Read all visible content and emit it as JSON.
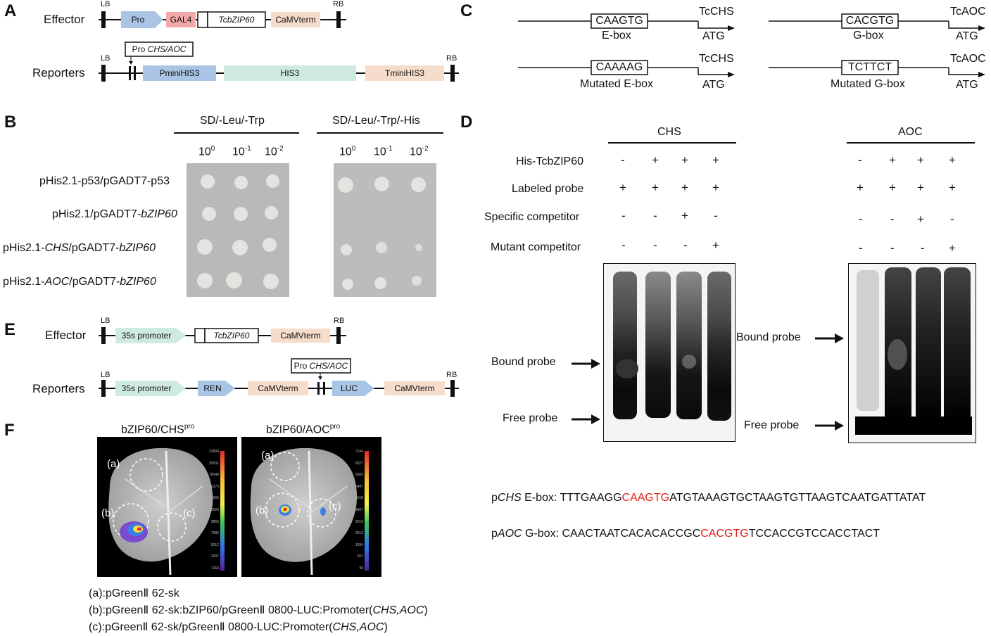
{
  "panels": {
    "A": "A",
    "B": "B",
    "C": "C",
    "D": "D",
    "E": "E",
    "F": "F"
  },
  "panelA": {
    "effector_label": "Effector",
    "reporters_label": "Reporters",
    "lb": "LB",
    "rb": "RB",
    "pro": "Pro",
    "gal4": "GAL4",
    "gene": "TcbZIP60",
    "term": "CaMVterm",
    "pro_chs_aoc_a": "Pro ",
    "pro_chs_aoc_b": "CHS/AOC",
    "pminihis3": "PminiHIS3",
    "his3": "HIS3",
    "tminihis3": "TminiHIS3"
  },
  "panelB": {
    "head1": "SD/-Leu/-Trp",
    "head2": "SD/-Leu/-Trp/-His",
    "dilutions": [
      "10",
      "10",
      "10"
    ],
    "exps": [
      "0",
      "-1",
      "-2"
    ],
    "rows": [
      {
        "a": "pHis2.1-p53/pGADT7-p53",
        "i": "",
        "b": "",
        "c": ""
      },
      {
        "a": "pHis2.1/pGADT7-",
        "i": "bZIP60",
        "b": "",
        "c": ""
      },
      {
        "a": "pHis2.1-",
        "i": "CHS",
        "b": "/pGADT7-",
        "c": "bZIP60"
      },
      {
        "a": "pHis2.1-",
        "i": "AOC",
        "b": "/pGADT7-",
        "c": "bZIP60"
      }
    ]
  },
  "panelC": {
    "ebox": "CAAGTG",
    "ebox_label": "E-box",
    "gbox": "CACGTG",
    "gbox_label": "G-box",
    "mebox": "CAAAAG",
    "mebox_label": "Mutated E-box",
    "mgbox": "TCTTCT",
    "mgbox_label": "Mutated G-box",
    "tcchs": "TcCHS",
    "tcaoc": "TcAOC",
    "atg": "ATG"
  },
  "panelD": {
    "chs": "CHS",
    "aoc": "AOC",
    "rows": [
      "His-TcbZIP60",
      "Labeled probe",
      "Specific competitor",
      "Mutant competitor"
    ],
    "signs": [
      [
        "-",
        "+",
        "+",
        "+"
      ],
      [
        "+",
        "+",
        "+",
        "+"
      ],
      [
        "-",
        "-",
        "+",
        "-"
      ],
      [
        "-",
        "-",
        "-",
        "+"
      ]
    ],
    "bound_probe": "Bound probe",
    "free_probe": "Free probe"
  },
  "panelE": {
    "effector_label": "Effector",
    "reporters_label": "Reporters",
    "lb": "LB",
    "rb": "RB",
    "promoter35s": "35s promoter",
    "gene": "TcbZIP60",
    "term": "CaMVterm",
    "ren": "REN",
    "luc": "LUC",
    "pro_chs_aoc_a": "Pro ",
    "pro_chs_aoc_b": "CHS/AOC"
  },
  "panelF": {
    "title1": "bZIP60/CHS",
    "title2": "bZIP60/AOC",
    "sup": "pro",
    "a": "(a)",
    "b": "(b)",
    "c": "(c)",
    "scale1": [
      "22894",
      "20531",
      "18548",
      "16173",
      "14002",
      "12029",
      "9856",
      "7685",
      "5512",
      "3337",
      "1164"
    ],
    "scale2": [
      "7144",
      "6827",
      "6509",
      "5447",
      "4618",
      "3667",
      "2919",
      "2012",
      "1094",
      "657",
      "99"
    ],
    "legend_a": "(a):pGreenⅡ 62-sk",
    "legend_b_1": "(b):pGreenⅡ 62-sk:bZIP60/pGreenⅡ 0800-LUC:Promoter(",
    "legend_b_i": "CHS,AOC",
    "legend_b_2": ")",
    "legend_c_1": "(c):pGreenⅡ 62-sk/pGreenⅡ 0800-LUC:Promoter(",
    "legend_c_i": "CHS,AOC",
    "legend_c_2": ")"
  },
  "sequences": {
    "chs_prefix_i": "p",
    "chs_prefix_gene": "CHS",
    "chs_prefix_rest": " E-box: ",
    "chs_seq_1": "TTTGAAGG",
    "chs_seq_red": "CAAGTG",
    "chs_seq_2": "ATGTAAAGTGCTAAGTGTTAAGTCAATGATTATAT",
    "aoc_prefix_i": "p",
    "aoc_prefix_gene": "AOC",
    "aoc_prefix_rest": " G-box: ",
    "aoc_seq_1": "CAACTAATCACACACCGC",
    "aoc_seq_red": "CACGTG",
    "aoc_seq_2": "TCCACCGTCCACCTACT"
  },
  "colors": {
    "pro_blue": "#a9c4e4",
    "gal4_pink": "#f3a9a9",
    "term_peach": "#f6dccb",
    "his3_teal": "#cde9e0",
    "promoter_green": "#cfeae2",
    "red_seq": "#e0201b"
  }
}
